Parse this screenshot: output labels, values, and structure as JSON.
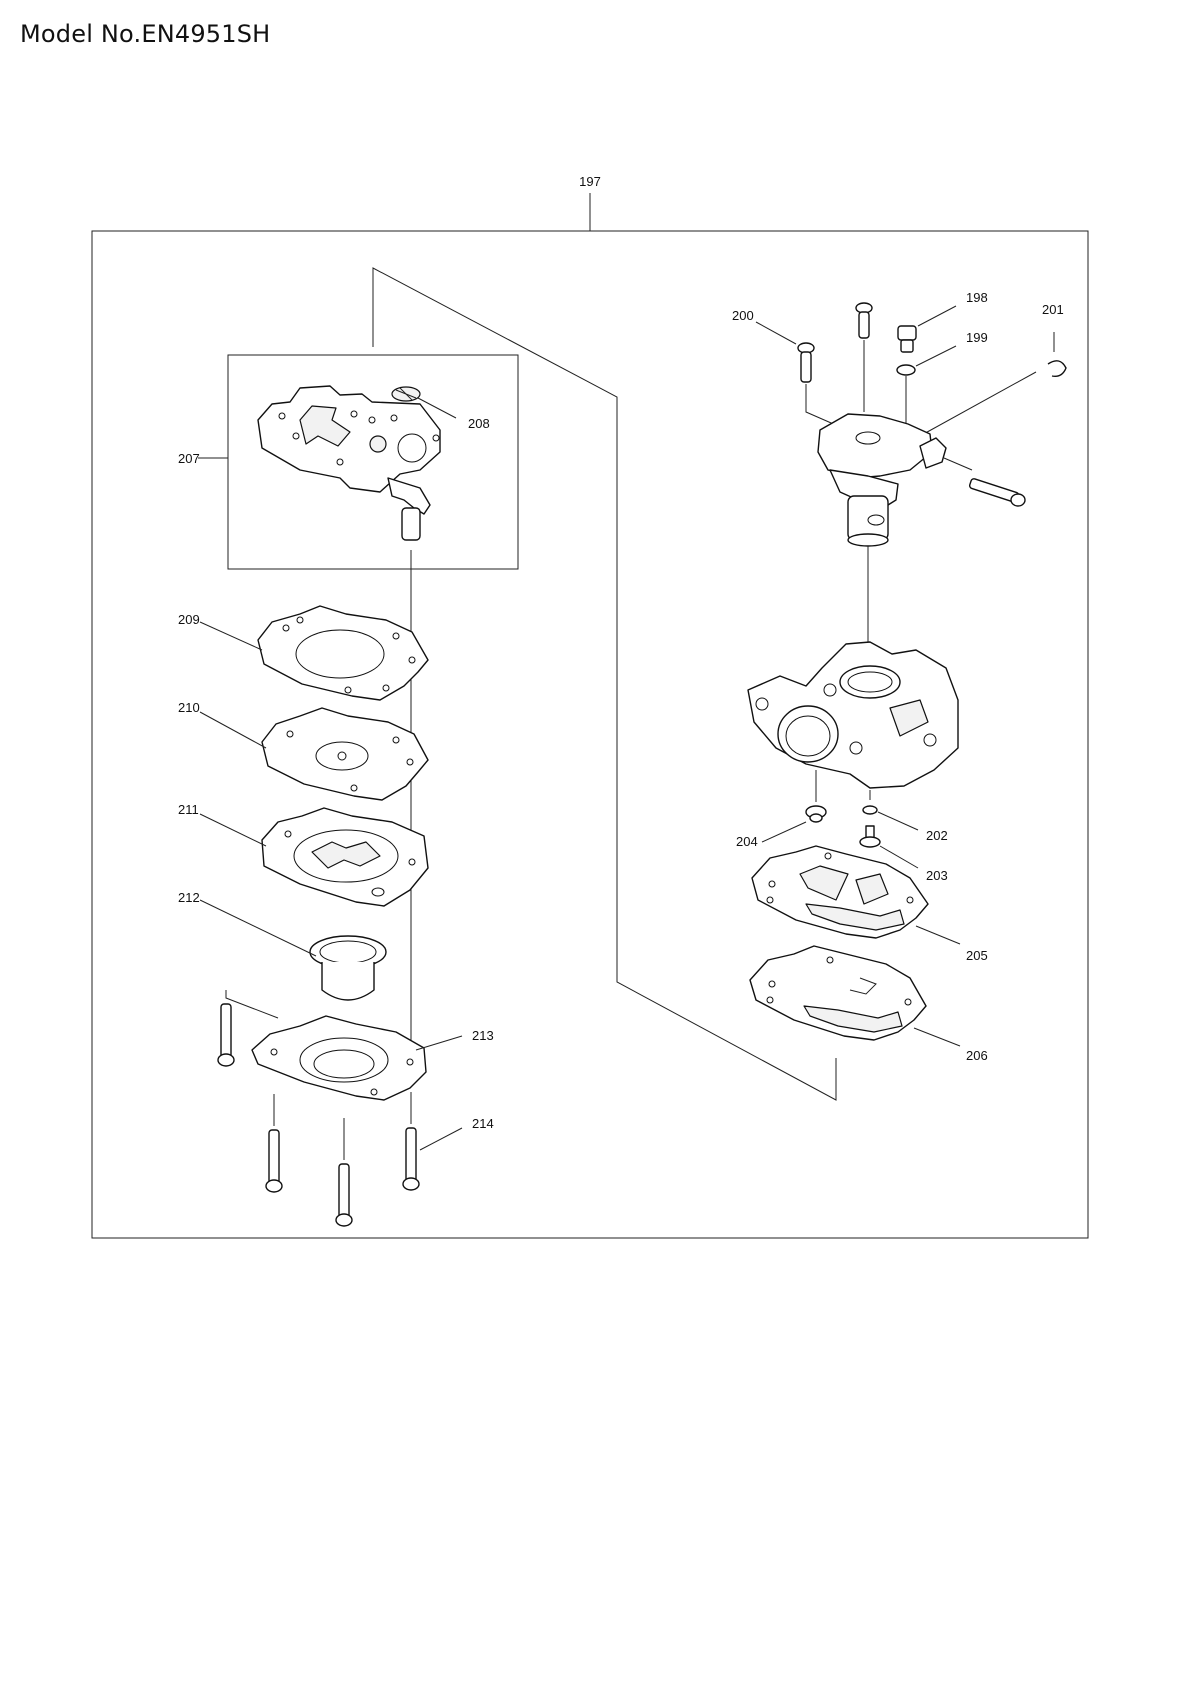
{
  "header": {
    "model": "Model No.EN4951SH"
  },
  "callouts": {
    "c197": "197",
    "c198": "198",
    "c199": "199",
    "c200": "200",
    "c201": "201",
    "c202": "202",
    "c203": "203",
    "c204": "204",
    "c205": "205",
    "c206": "206",
    "c207": "207",
    "c208": "208",
    "c209": "209",
    "c210": "210",
    "c211": "211",
    "c212": "212",
    "c213": "213",
    "c214": "214"
  }
}
